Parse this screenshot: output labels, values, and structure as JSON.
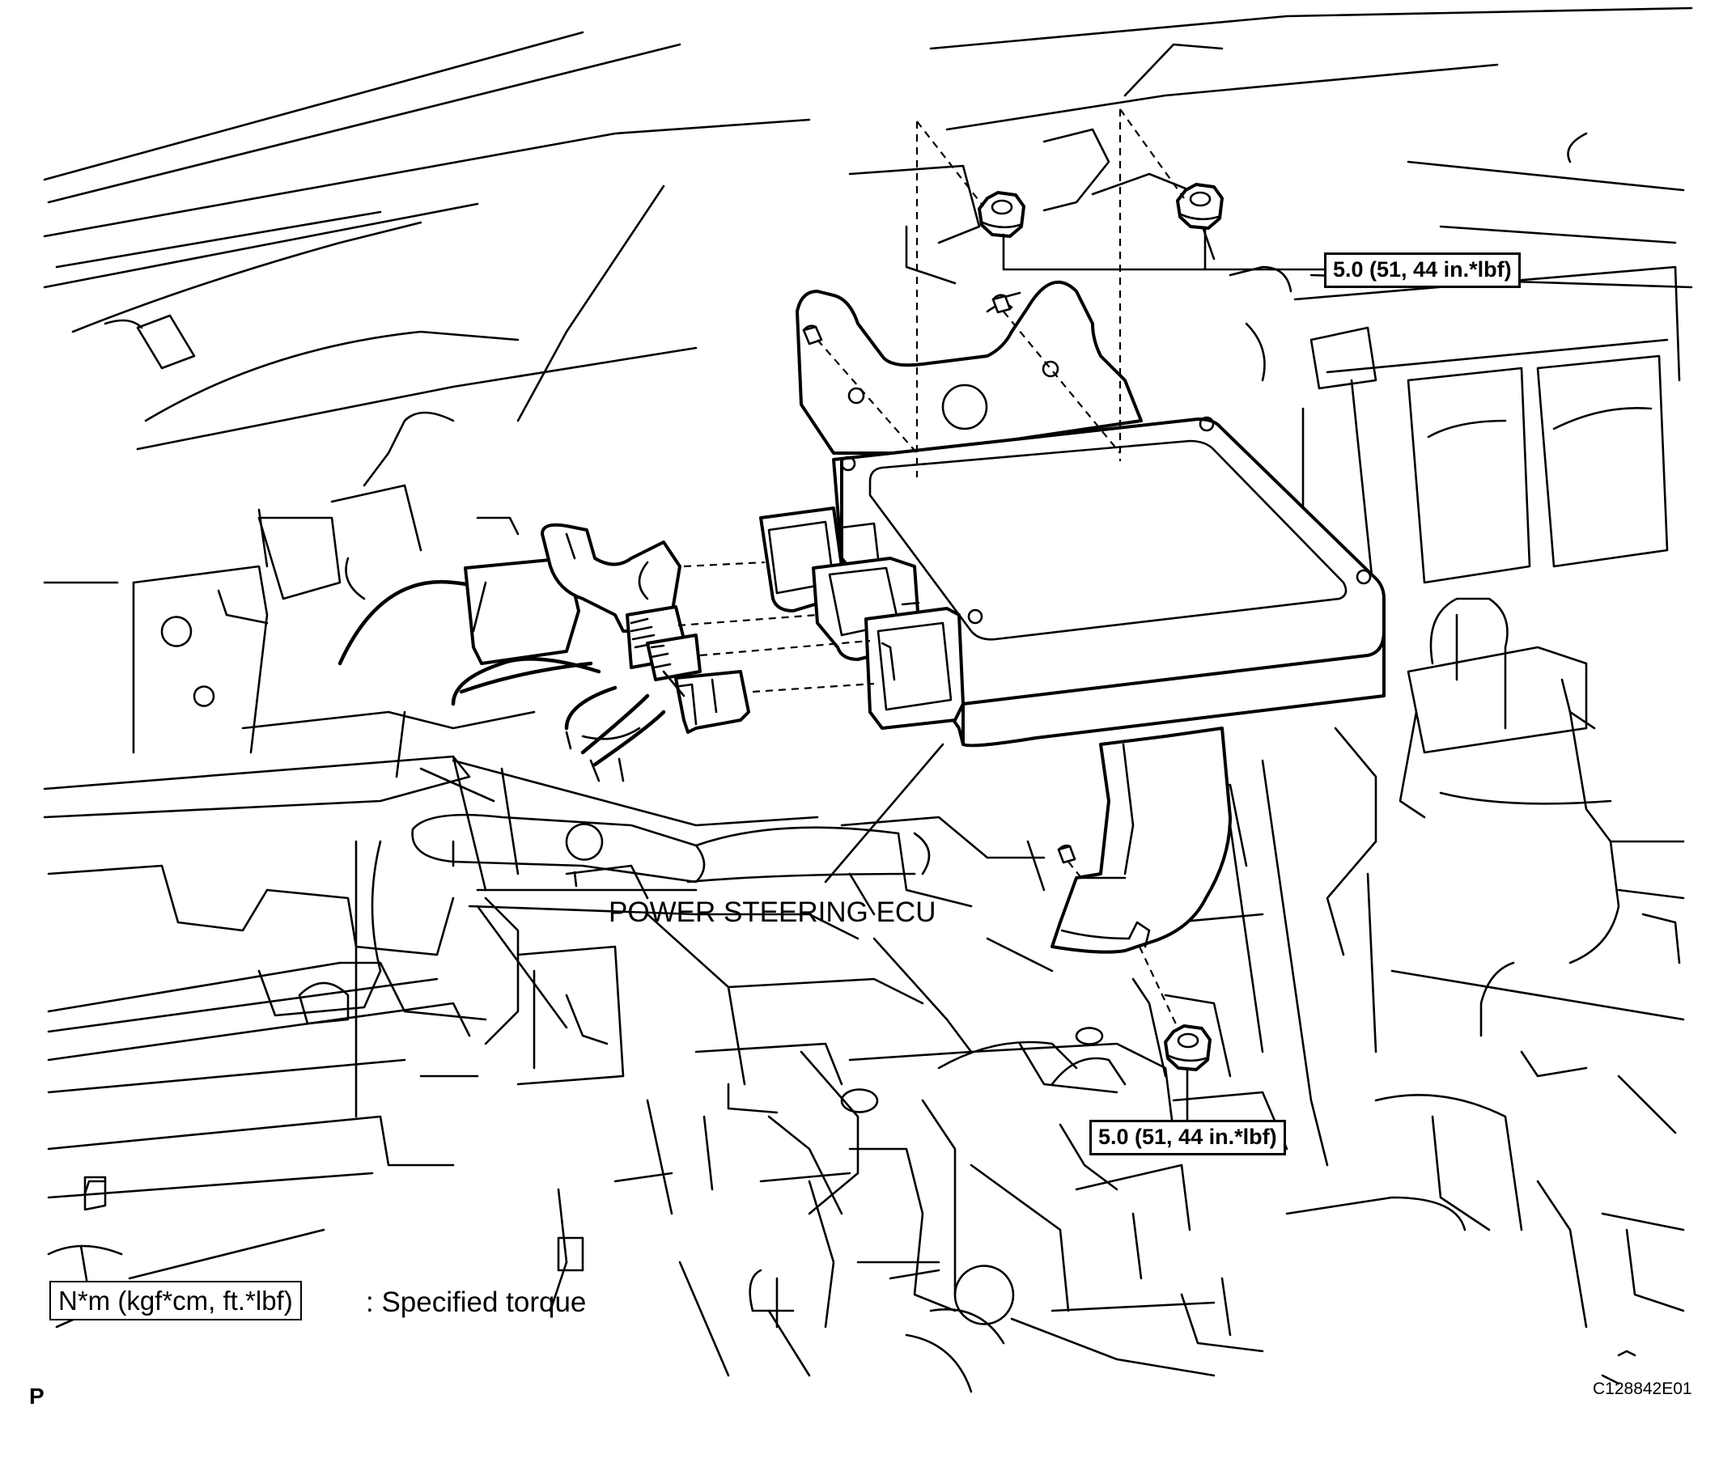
{
  "labels": {
    "component": "POWER STEERING ECU",
    "torque_top": "5.0 (51, 44 in.*lbf)",
    "torque_bottom": "5.0 (51, 44 in.*lbf)",
    "legend_box": "N*m (kgf*cm, ft.*lbf)",
    "legend_text": ": Specified torque",
    "corner_letter": "P",
    "figure_id": "C128842E01"
  }
}
